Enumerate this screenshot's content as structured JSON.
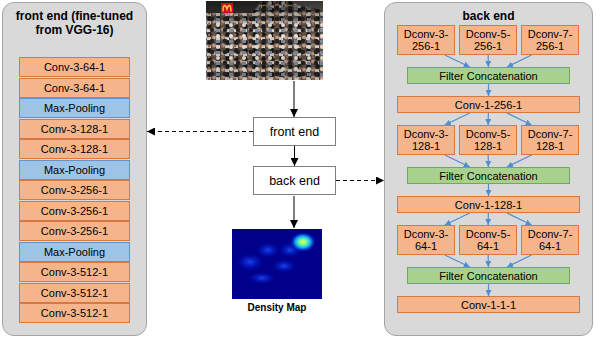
{
  "diagram": {
    "nodes": [
      {
        "text": [
          "front end (fine-tuned from VGG-16)"
        ]
      },
      {
        "text": [
          "Conv-3-64-1"
        ],
        "in": 0
      },
      {
        "text": [
          "Conv-3-64-1"
        ],
        "in": 0
      },
      {
        "text": [
          "Max-Pooling"
        ],
        "in": 0
      },
      {
        "text": [
          "Conv-3-128-1"
        ],
        "in": 0
      },
      {
        "text": [
          "Conv-3-128-1"
        ],
        "in": 0
      },
      {
        "text": [
          "Max-Pooling"
        ],
        "in": 0
      },
      {
        "text": [
          "Conv-3-256-1"
        ],
        "in": 0
      },
      {
        "text": [
          "Conv-3-256-1"
        ],
        "in": 0
      },
      {
        "text": [
          "Conv-3-256-1"
        ],
        "in": 0
      },
      {
        "text": [
          "Max-Pooling"
        ],
        "in": 0
      },
      {
        "text": [
          "Conv-3-512-1"
        ],
        "in": 0
      },
      {
        "text": [
          "Conv-3-512-1"
        ],
        "in": 0
      },
      {
        "text": [
          "Conv-3-512-1"
        ],
        "in": 0
      },
      {
        "text": [
          "front end"
        ]
      },
      {
        "text": [
          "back end"
        ]
      },
      {
        "text": [
          "back end"
        ]
      },
      {
        "text": [
          "Dconv-3-256-1"
        ],
        "in": 16
      },
      {
        "text": [
          "Dconv-5-256-1"
        ],
        "in": 16
      },
      {
        "text": [
          "Dconv-7-256-1"
        ],
        "in": 16
      },
      {
        "text": [
          "Filter Concatenation"
        ],
        "in": 16
      },
      {
        "text": [
          "Conv-1-256-1"
        ],
        "in": 16
      },
      {
        "text": [
          "Dconv-3-128-1"
        ],
        "in": 16
      },
      {
        "text": [
          "Dconv-5-128-1"
        ],
        "in": 16
      },
      {
        "text": [
          "Dconv-7-128-1"
        ],
        "in": 16
      },
      {
        "text": [
          "Filter Concatenation"
        ],
        "in": 16
      },
      {
        "text": [
          "Conv-1-128-1"
        ],
        "in": 16
      },
      {
        "text": [
          "Dconv-3-64-1"
        ],
        "in": 16
      },
      {
        "text": [
          "Dconv-5-64-1"
        ],
        "in": 16
      },
      {
        "text": [
          "Dconv-7-64-1"
        ],
        "in": 16
      },
      {
        "text": [
          "Filter Concatenation"
        ],
        "in": 16
      },
      {
        "text": [
          "Conv-1-1-1"
        ],
        "in": 16
      }
    ],
    "edges": [
      {
        "from": 14,
        "to": 15,
        "arrow": "to"
      },
      {
        "from": 14,
        "to": 0,
        "arrow": "to"
      },
      {
        "from": 15,
        "to": 16,
        "arrow": "to"
      },
      {
        "from": 17,
        "to": 20,
        "arrow": "to"
      },
      {
        "from": 18,
        "to": 20,
        "arrow": "to"
      },
      {
        "from": 19,
        "to": 20,
        "arrow": "to"
      },
      {
        "from": 20,
        "to": 21,
        "arrow": "to"
      },
      {
        "from": 21,
        "to": 22,
        "arrow": "to"
      },
      {
        "from": 21,
        "to": 23,
        "arrow": "to"
      },
      {
        "from": 21,
        "to": 24,
        "arrow": "to"
      },
      {
        "from": 22,
        "to": 25,
        "arrow": "to"
      },
      {
        "from": 23,
        "to": 25,
        "arrow": "to"
      },
      {
        "from": 24,
        "to": 25,
        "arrow": "to"
      },
      {
        "from": 25,
        "to": 26,
        "arrow": "to"
      },
      {
        "from": 26,
        "to": 27,
        "arrow": "to"
      },
      {
        "from": 26,
        "to": 28,
        "arrow": "to"
      },
      {
        "from": 26,
        "to": 29,
        "arrow": "to"
      },
      {
        "from": 27,
        "to": 30,
        "arrow": "to"
      },
      {
        "from": 28,
        "to": 30,
        "arrow": "to"
      },
      {
        "from": 29,
        "to": 30,
        "arrow": "to"
      },
      {
        "from": 30,
        "to": 31,
        "arrow": "to"
      }
    ],
    "labels": [
      "Density Map"
    ]
  }
}
